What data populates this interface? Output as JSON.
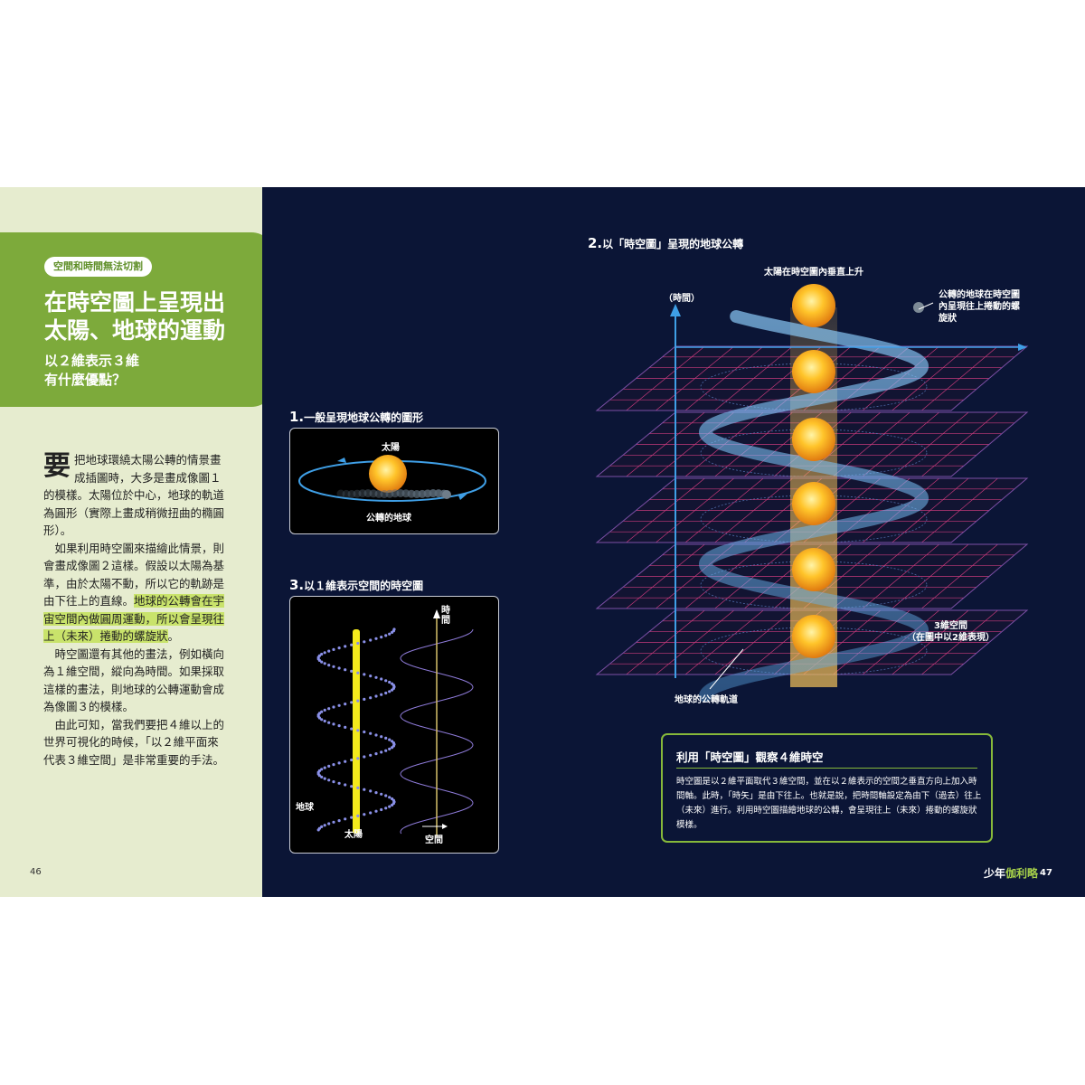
{
  "left_page": {
    "tag": "空間和時間無法切割",
    "title_line1": "在時空圖上呈現出",
    "title_line2": "太陽、地球的運動",
    "subtitle_line1": "以２維表示３維",
    "subtitle_line2": "有什麼優點？",
    "dropcap": "要",
    "para1_rest": "把地球環繞太陽公轉的情景畫成插圖時，大多是畫成像圖１的模樣。太陽位於中心，地球的軌道為圓形（實際上畫成稍微扭曲的橢圓形）。",
    "para2_before": "如果利用時空圖來描繪此情景，則會畫成像圖２這樣。假設以太陽為基準，由於太陽不動，所以它的軌跡是由下往上的直線。",
    "para2_highlight": "地球的公轉會在宇宙空間內做圓周運動，所以會呈現往上（未來）捲動的螺旋狀",
    "para2_after": "。",
    "para3": "時空圖還有其他的畫法，例如橫向為１維空間，縱向為時間。如果採取這樣的畫法，則地球的公轉運動會成為像圖３的模樣。",
    "para4": "由此可知，當我們要把４維以上的世界可視化的時候，「以２維平面來代表３維空間」是非常重要的手法。",
    "page_number": "46"
  },
  "right_page": {
    "brand_part1": "少年",
    "brand_part2": "伽利略",
    "page_number": "47"
  },
  "figure1": {
    "num": "1.",
    "title": "一般呈現地球公轉的圖形",
    "sun_label": "太陽",
    "earth_label": "公轉的地球"
  },
  "figure2": {
    "num": "2.",
    "title": "以「時空圖」呈現的地球公轉",
    "time_axis": "（時間）",
    "sun_label": "太陽在時空圖內垂直上升",
    "earth_label_1": "公轉的地球在時空圖",
    "earth_label_2": "內呈現往上捲動的螺",
    "earth_label_3": "旋狀",
    "space_label_1": "3維空間",
    "space_label_2": "（在圖中以2維表現）",
    "orbit_label": "地球的公轉軌道"
  },
  "figure3": {
    "num": "3.",
    "title": "以１維表示空間的時空圖",
    "time_axis": "時間",
    "space_axis": "空間",
    "earth_label": "地球",
    "sun_label": "太陽"
  },
  "info_box": {
    "title": "利用「時空圖」觀察４維時空",
    "text": "時空圖是以２維平面取代３維空間，並在以２維表示的空間之垂直方向上加入時間軸。此時，「時矢」是由下往上。也就是說，把時間軸設定為由下（過去）往上（未來）進行。利用時空圖描繪地球的公轉，會呈現往上（未來）捲動的螺旋狀模樣。"
  },
  "colors": {
    "left_bg": "#e6eccf",
    "green": "#7daa3b",
    "right_bg": "#0b1536",
    "highlight": "#c9e36b",
    "orbit_blue": "#3f9fe6",
    "sun_orange": "#f7a51b",
    "grid_pink": "#c83a7c"
  }
}
